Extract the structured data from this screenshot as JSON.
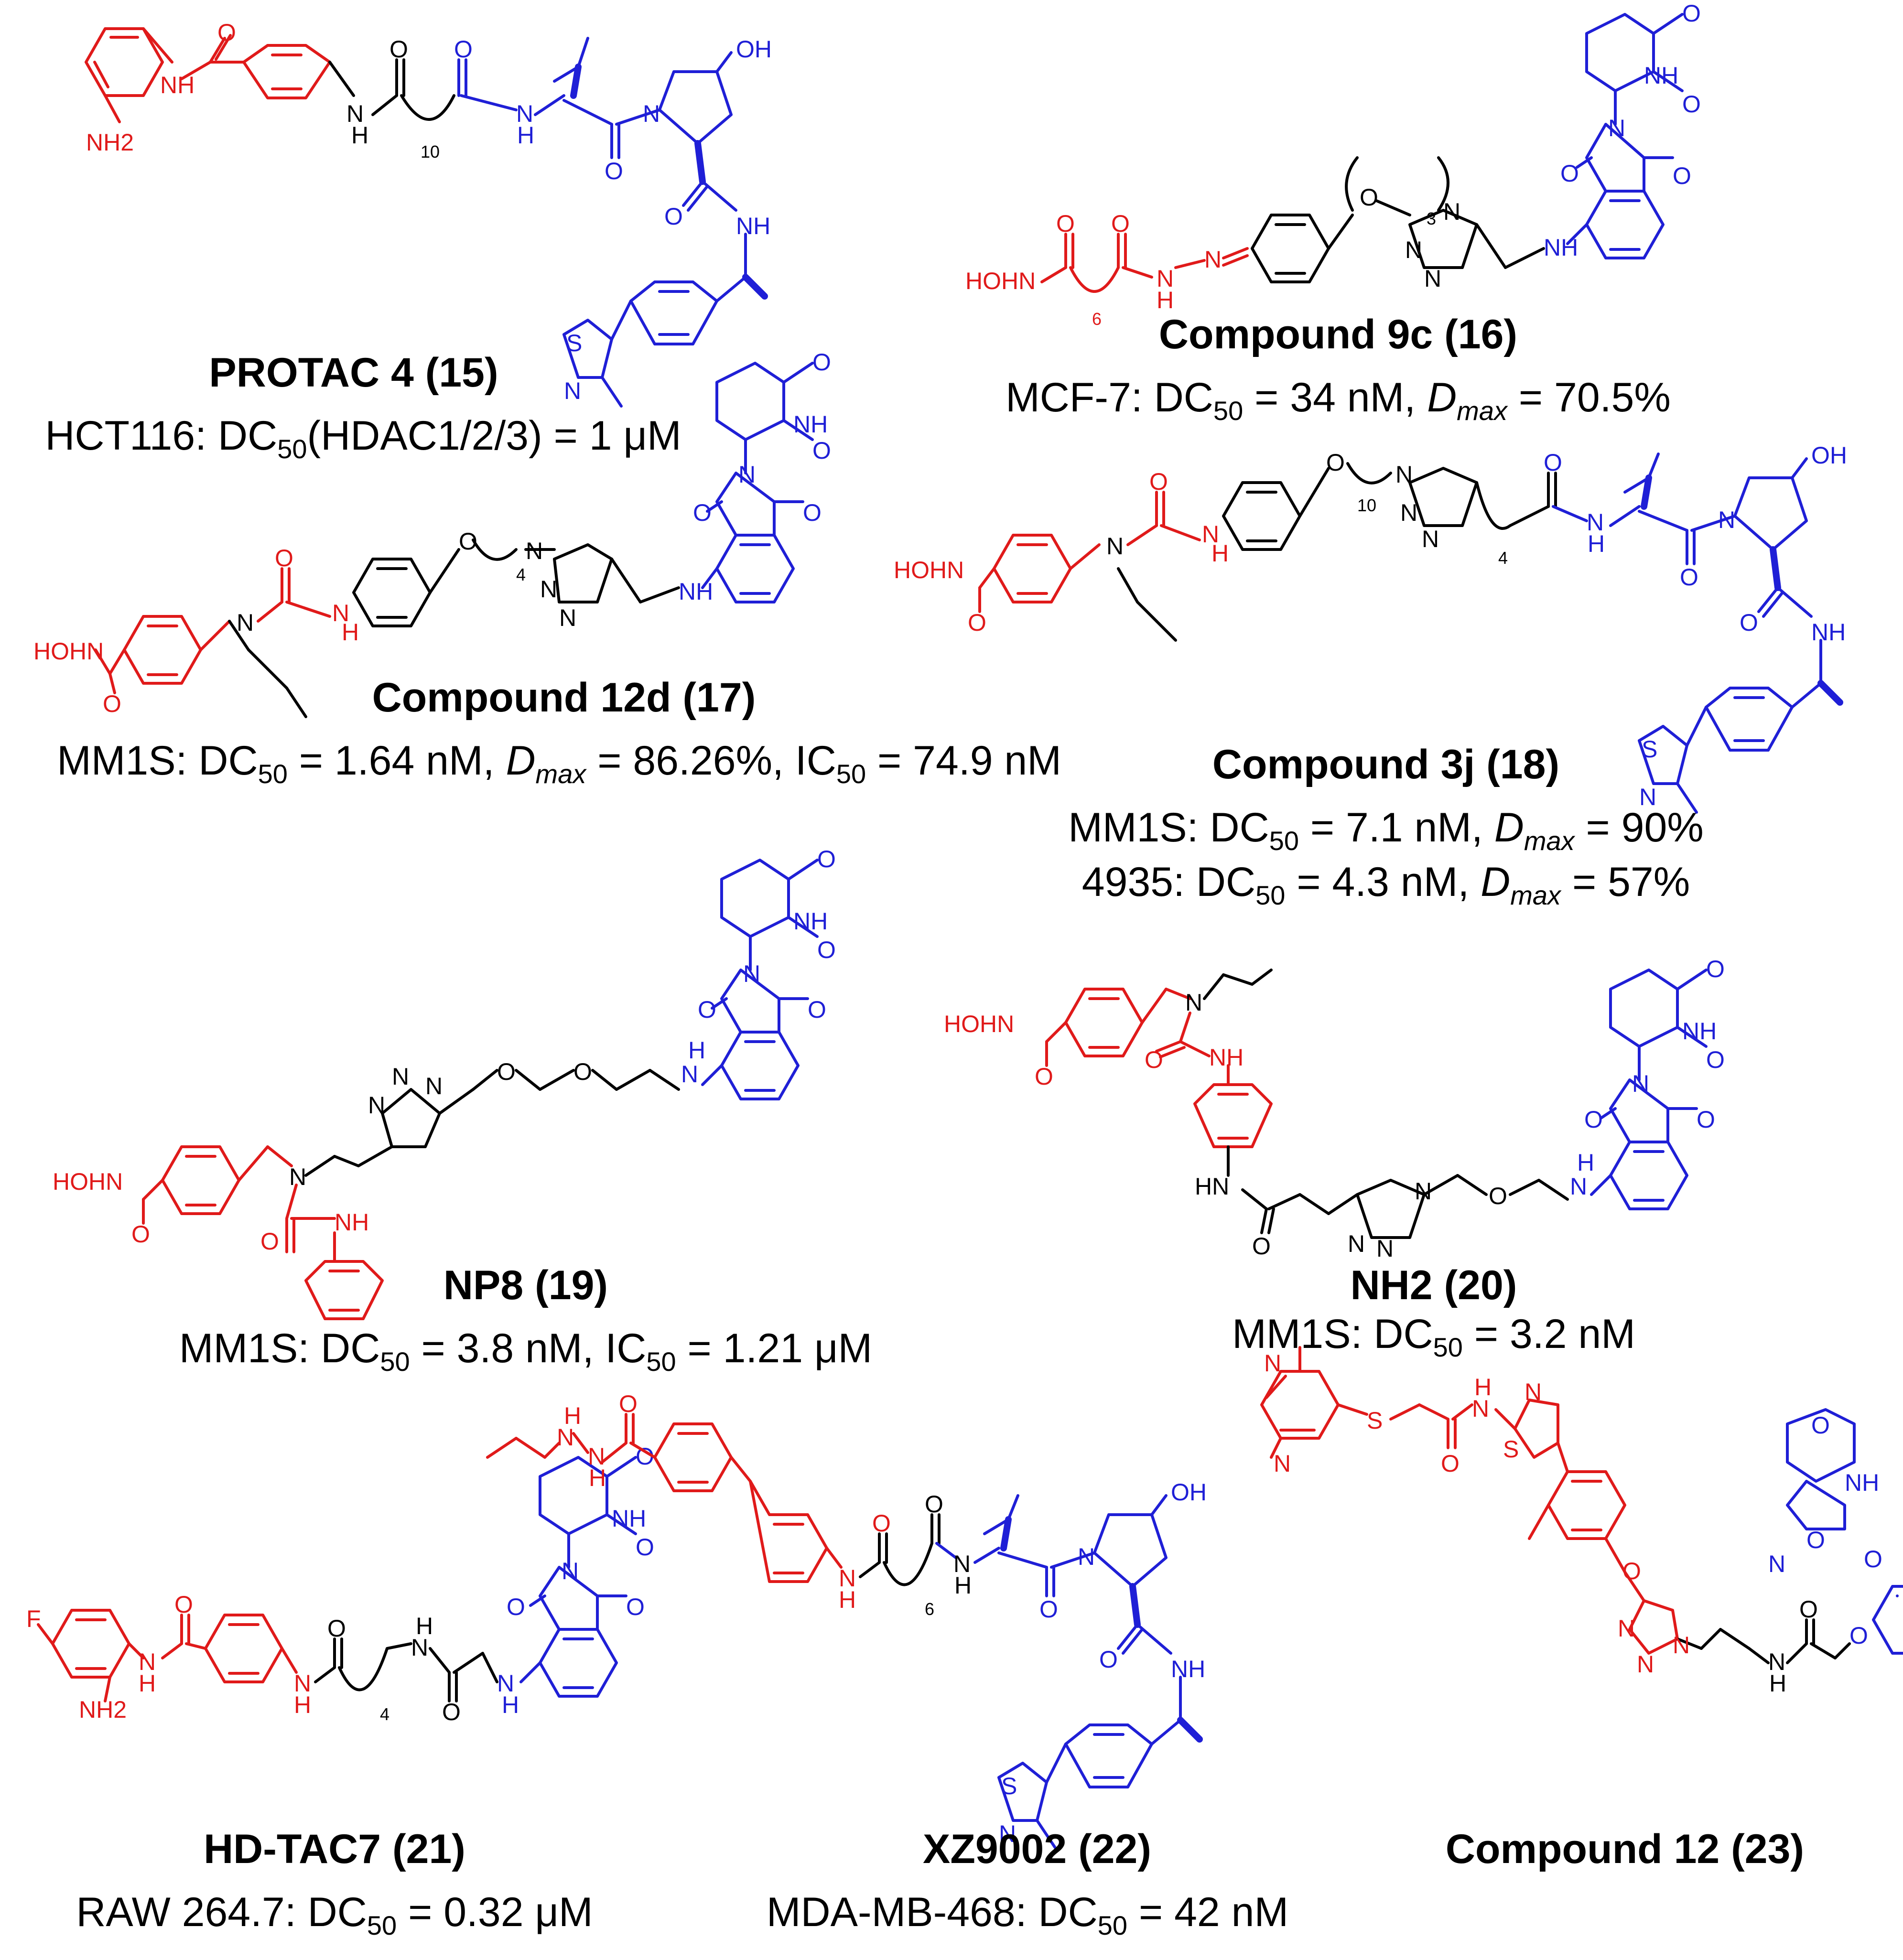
{
  "colors": {
    "hdac_warhead": "#e01a1a",
    "e3_ligand": "#1f1fd6",
    "linker": "#000000"
  },
  "compounds": [
    {
      "id": "c15",
      "name": "PROTAC 4 (15)",
      "activity": [
        {
          "cell": "HCT116",
          "metric": "DC",
          "sub": "50",
          "target": "(HDAC1/2/3)",
          "value": "1 μM"
        }
      ],
      "atom_labels": [
        "NH2",
        "NH",
        "O",
        "H",
        "N",
        "O",
        "O",
        "10",
        "N",
        "H",
        "O",
        "N",
        "OH",
        "O",
        "NH",
        "S",
        "N"
      ]
    },
    {
      "id": "c16",
      "name": "Compound 9c (16)",
      "activity": [
        {
          "cell": "MCF-7",
          "dc50": "34 nM",
          "dmax": "70.5%"
        }
      ],
      "atom_labels": [
        "HOHN",
        "O",
        "O",
        "6",
        "H",
        "N",
        "N",
        "O",
        "3",
        "N",
        "N",
        "N",
        "NH",
        "O",
        "NH",
        "O",
        "O",
        "N",
        "O"
      ]
    },
    {
      "id": "c17",
      "name": "Compound 12d (17)",
      "activity": [
        {
          "cell": "MM1S",
          "dc50": "1.64 nM",
          "dmax": "86.26%",
          "ic50": "74.9 nM"
        }
      ],
      "atom_labels": [
        "HOHN",
        "O",
        "N",
        "O",
        "H",
        "N",
        "O",
        "4",
        "N",
        "N",
        "N",
        "NH",
        "O",
        "NH",
        "O",
        "O",
        "N",
        "O"
      ]
    },
    {
      "id": "c18",
      "name": "Compound 3j (18)",
      "activity": [
        {
          "cell": "MM1S",
          "dc50": "7.1 nM",
          "dmax": "90%"
        },
        {
          "cell": "4935",
          "dc50": "4.3 nM",
          "dmax": "57%"
        }
      ],
      "atom_labels": [
        "HOHN",
        "O",
        "N",
        "O",
        "H",
        "N",
        "O",
        "10",
        "N",
        "N",
        "N",
        "4",
        "O",
        "N",
        "H",
        "O",
        "N",
        "OH",
        "O",
        "NH",
        "S",
        "N"
      ]
    },
    {
      "id": "c19",
      "name": "NP8 (19)",
      "activity": [
        {
          "cell": "MM1S",
          "dc50": "3.8 nM",
          "ic50": "1.21 μM"
        }
      ],
      "atom_labels": [
        "HOHN",
        "O",
        "N",
        "O",
        "NH",
        "N",
        "N",
        "N",
        "O",
        "O",
        "H",
        "N",
        "O",
        "O",
        "N",
        "O",
        "O",
        "NH"
      ]
    },
    {
      "id": "c20",
      "name": "NH2 (20)",
      "activity": [
        {
          "cell": "MM1S",
          "dc50": "3.2 nM"
        }
      ],
      "atom_labels": [
        "HOHN",
        "O",
        "N",
        "O",
        "NH",
        "HN",
        "O",
        "N",
        "N",
        "N",
        "O",
        "H",
        "N",
        "O",
        "O",
        "N",
        "O",
        "O",
        "NH"
      ]
    },
    {
      "id": "c21",
      "name": "HD-TAC7 (21)",
      "activity": [
        {
          "cell": "RAW 264.7",
          "dc50": "0.32 μM"
        }
      ],
      "atom_labels": [
        "F",
        "NH2",
        "N",
        "H",
        "O",
        "N",
        "H",
        "O",
        "4",
        "N",
        "H",
        "O",
        "H",
        "N",
        "O",
        "O",
        "N",
        "O",
        "O",
        "NH"
      ]
    },
    {
      "id": "c22",
      "name": "XZ9002 (22)",
      "activity": [
        {
          "cell": "MDA-MB-468",
          "dc50": "42 nM"
        }
      ],
      "atom_labels": [
        "H",
        "N",
        "N",
        "H",
        "O",
        "N",
        "H",
        "O",
        "6",
        "O",
        "N",
        "H",
        "O",
        "N",
        "OH",
        "O",
        "NH",
        "S",
        "N"
      ]
    },
    {
      "id": "c23",
      "name": "Compound 12 (23)",
      "activity": [],
      "atom_labels": [
        "N",
        "N",
        "S",
        "O",
        "H",
        "N",
        "N",
        "S",
        "O",
        "N",
        "N",
        "N",
        "N",
        "H",
        "O",
        "O",
        "O",
        "N",
        "O",
        "O",
        "NH"
      ]
    }
  ],
  "labels": {
    "dc": "DC",
    "ic": "IC",
    "sub50": "50",
    "dmax_d": "D",
    "dmax_sub": "max"
  }
}
